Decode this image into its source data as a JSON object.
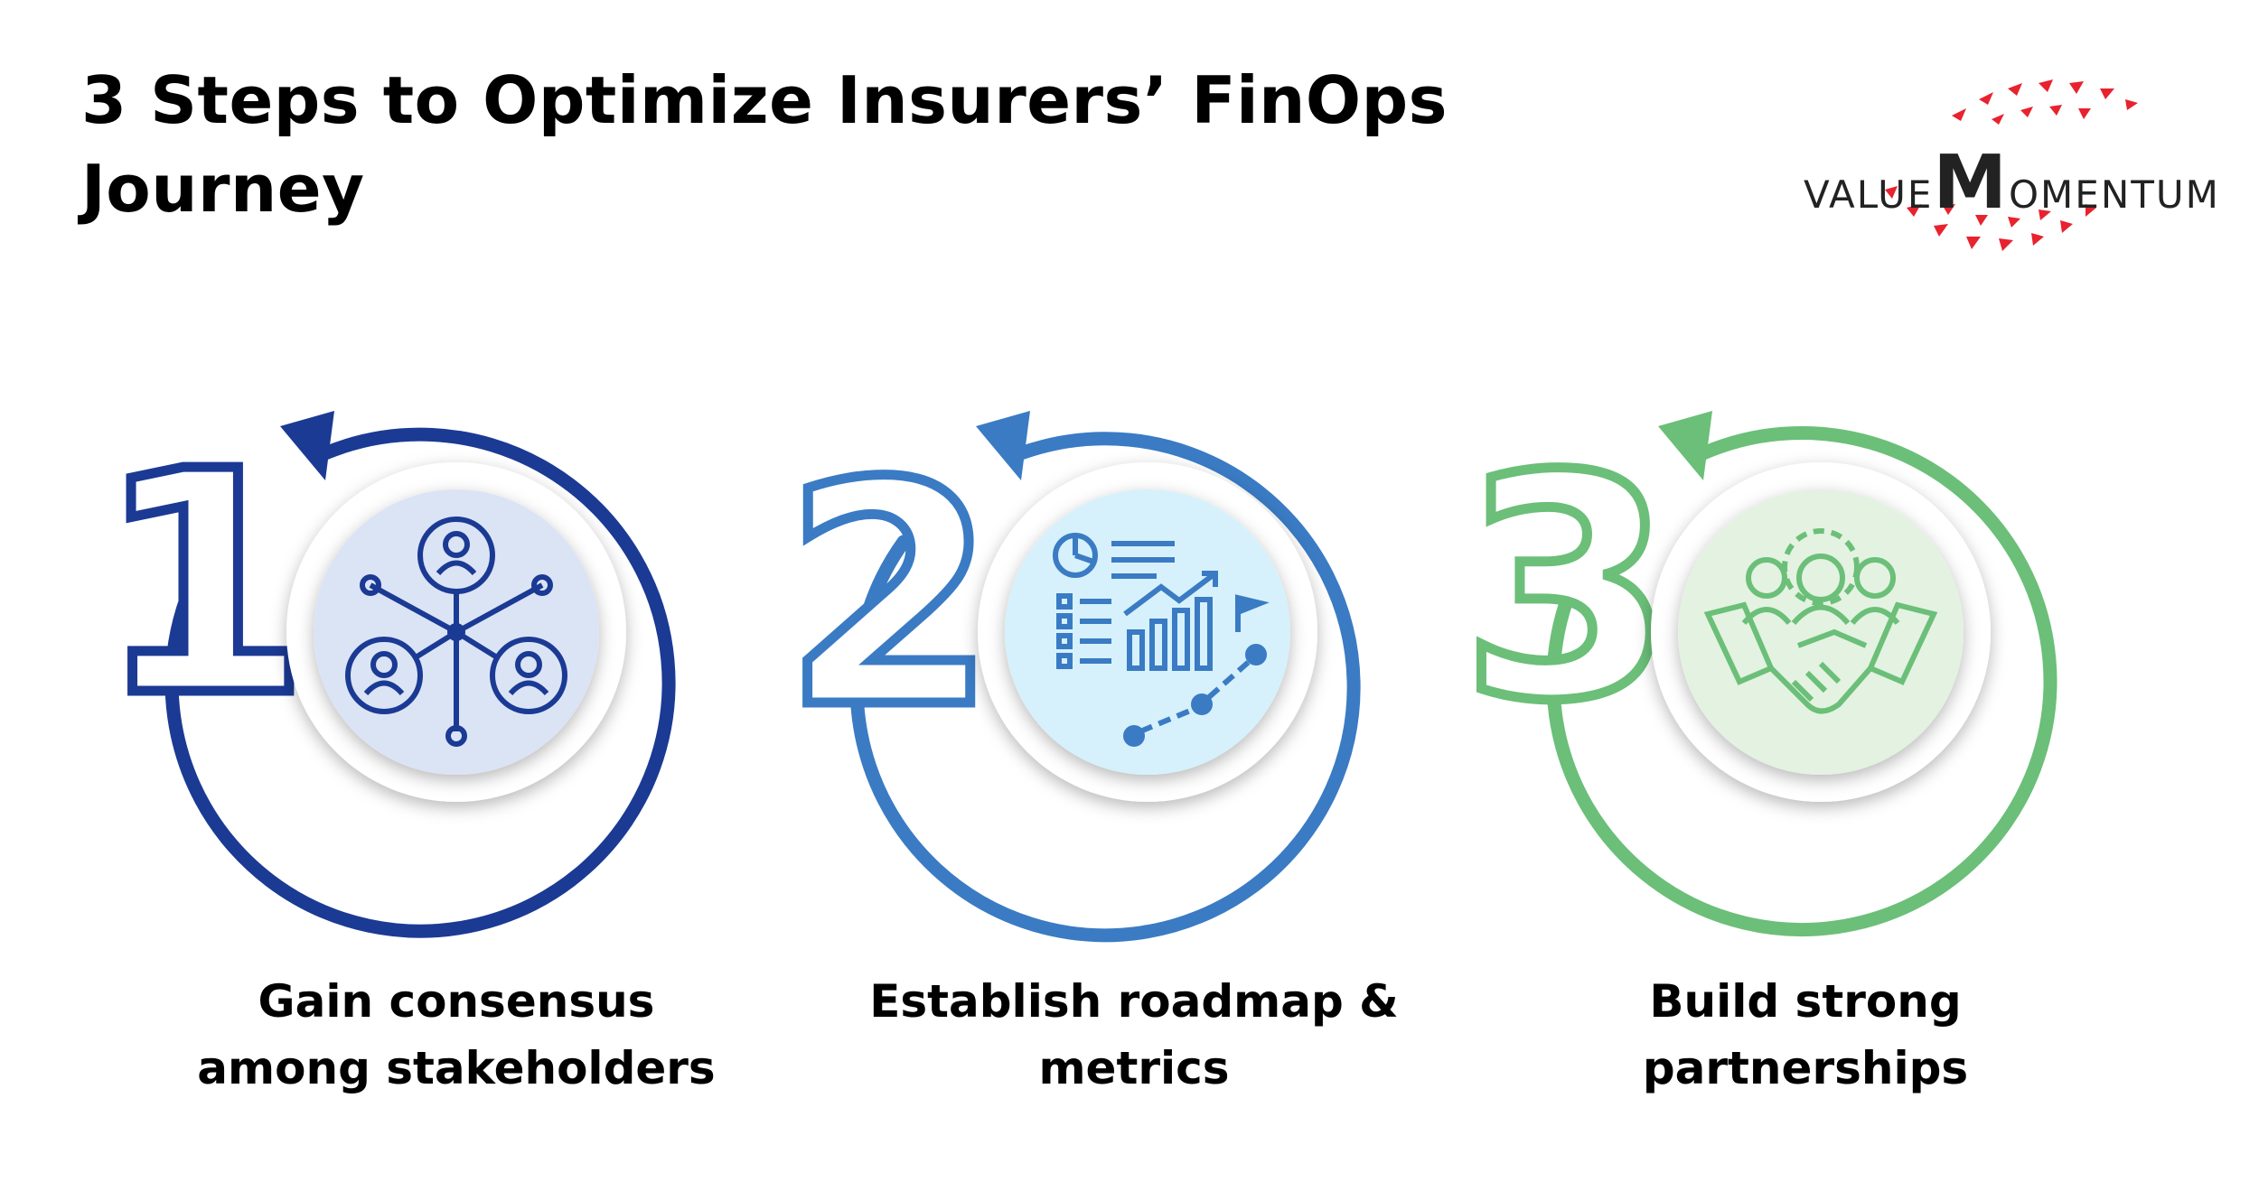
{
  "title": "3 Steps to Optimize Insurers’ FinOps Journey",
  "logo": {
    "prefix": "VALUE",
    "big_letter": "M",
    "suffix": "OMENTUM"
  },
  "colors": {
    "step1": "#1b3a94",
    "step2": "#3a7bc4",
    "step3": "#6bbf78",
    "logo_accent": "#e8222e"
  },
  "steps": [
    {
      "number": "1",
      "icon": "stakeholder-network-icon",
      "caption_line1": "Gain consensus",
      "caption_line2": "among stakeholders"
    },
    {
      "number": "2",
      "icon": "roadmap-metrics-icon",
      "caption_line1": "Establish roadmap &",
      "caption_line2": "metrics"
    },
    {
      "number": "3",
      "icon": "partnership-handshake-icon",
      "caption_line1": "Build strong",
      "caption_line2": "partnerships"
    }
  ]
}
